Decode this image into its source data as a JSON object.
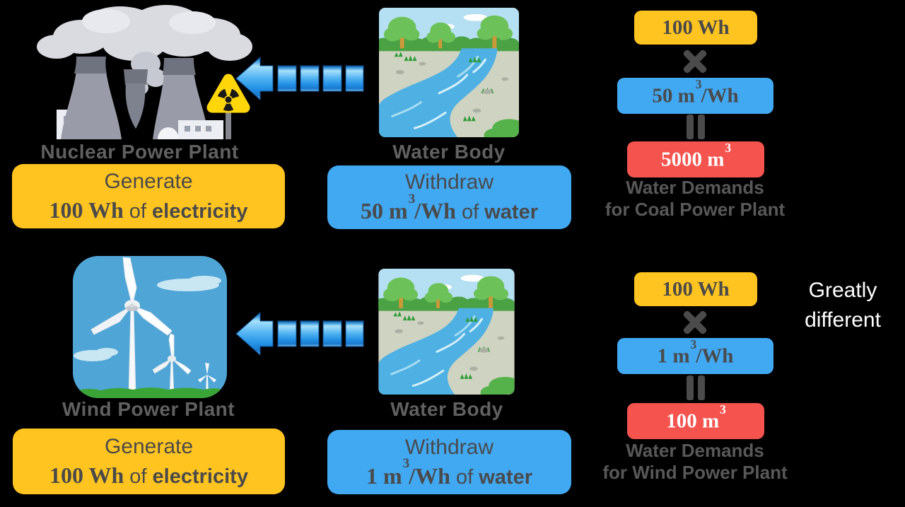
{
  "colors": {
    "background": "#000000",
    "box_yellow": "#FFC41F",
    "box_blue": "#41A8F2",
    "box_red": "#F4534E",
    "text_dark": "#4A4A4A",
    "label_gray": "#606060",
    "caption_gray": "#585858",
    "note_white": "#FFFFFF",
    "arrow_blue": "#3FA0EC",
    "operator_gray": "#4B4B4B"
  },
  "rows": [
    {
      "plant_label": "Nuclear Power Plant",
      "plant_icon": "nuclear-power-plant-illustration",
      "water_label": "Water Body",
      "water_icon": "river-illustration",
      "arrow_icon": "striped-left-arrow",
      "generate": {
        "line1": "Generate",
        "amount": "100 Wh",
        "mid": "of",
        "emph": "electricity"
      },
      "withdraw": {
        "line1": "Withdraw",
        "amount_base": "50 m",
        "amount_sup": "3",
        "amount_rest": "/Wh",
        "mid": "of",
        "emph": "water"
      },
      "calc": {
        "energy": "100 Wh",
        "operator_multiply": "×",
        "rate_base": "50 m",
        "rate_sup": "3",
        "rate_rest": "/Wh",
        "operator_equals": "=",
        "result_base": "5000 m",
        "result_sup": "3",
        "caption_line1": "Water Demands",
        "caption_line2": "for Coal Power Plant"
      }
    },
    {
      "plant_label": "Wind Power Plant",
      "plant_icon": "wind-power-plant-illustration",
      "water_label": "Water Body",
      "water_icon": "river-illustration",
      "arrow_icon": "striped-left-arrow",
      "generate": {
        "line1": "Generate",
        "amount": "100 Wh",
        "mid": "of",
        "emph": "electricity"
      },
      "withdraw": {
        "line1": "Withdraw",
        "amount_base": "1 m",
        "amount_sup": "3",
        "amount_rest": "/Wh",
        "mid": "of",
        "emph": "water"
      },
      "calc": {
        "energy": "100 Wh",
        "operator_multiply": "×",
        "rate_base": "1 m",
        "rate_sup": "3",
        "rate_rest": "/Wh",
        "operator_equals": "=",
        "result_base": "100 m",
        "result_sup": "3",
        "caption_line1": "Water Demands",
        "caption_line2": "for Wind Power Plant"
      }
    }
  ],
  "note": {
    "line1": "Greatly",
    "line2": "different"
  }
}
